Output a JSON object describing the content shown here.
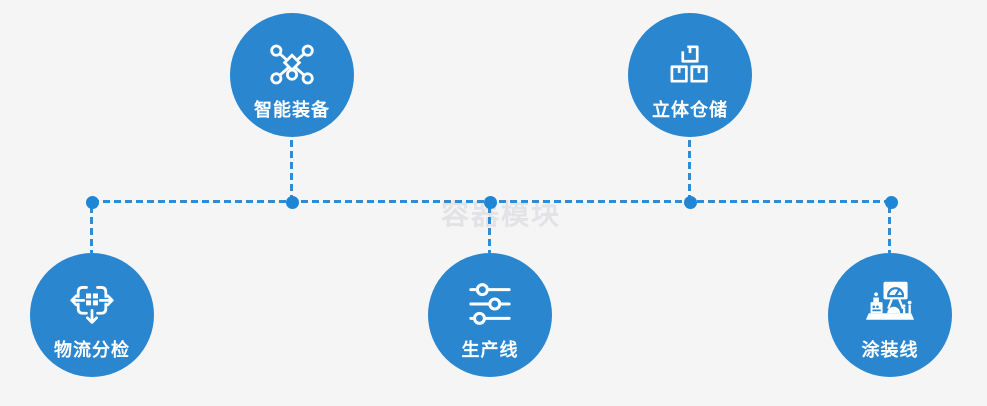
{
  "page": {
    "background": "#f5f5f6"
  },
  "watermark": {
    "text": "容器模块",
    "color": "#e3e3e6"
  },
  "colors": {
    "node_fill": "#2b86d0",
    "connector_line": "#2e8bd4",
    "connector_dot": "#1f85d5",
    "label_text": "#ffffff",
    "icon_stroke": "#ffffff"
  },
  "nodes": [
    {
      "label": "智能装备",
      "icon": "network-nodes-icon",
      "position": "top-left"
    },
    {
      "label": "立体仓储",
      "icon": "stacked-boxes-icon",
      "position": "top-right"
    },
    {
      "label": "物流分检",
      "icon": "sort-dispatch-icon",
      "position": "bottom-left"
    },
    {
      "label": "生产线",
      "icon": "sliders-icon",
      "position": "bottom-center"
    },
    {
      "label": "涂装线",
      "icon": "control-station-icon",
      "position": "bottom-right"
    }
  ]
}
